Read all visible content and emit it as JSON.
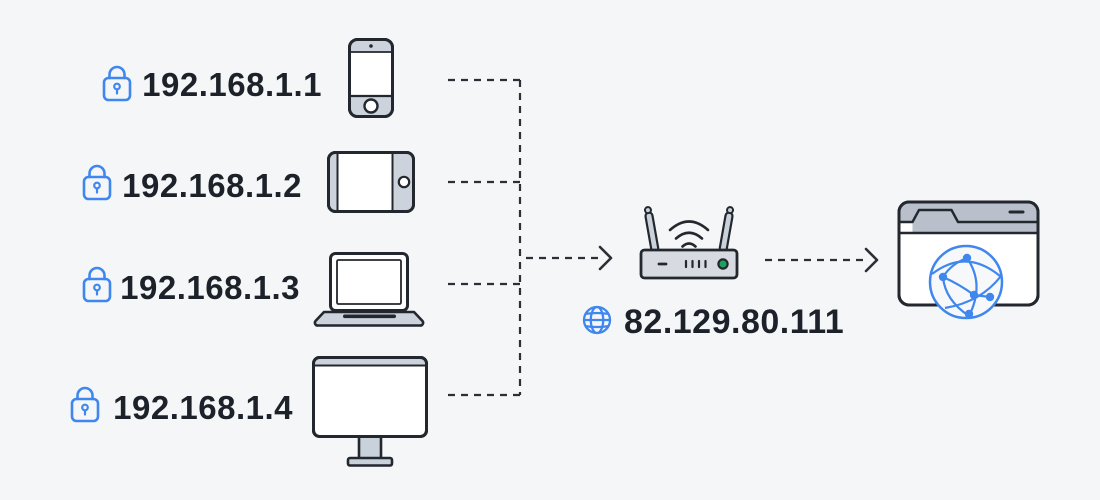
{
  "colors": {
    "background": "#f5f6f8",
    "outline": "#23272e",
    "accent_blue": "#3f87ee",
    "device_fill": "#ccd3dd",
    "router_fill": "#d7dbe1",
    "browser_bar": "#b9c0cb",
    "led_green": "#1aa35f",
    "text": "#1d222a"
  },
  "devices": [
    {
      "ip": "192.168.1.1",
      "icon": "smartphone-icon",
      "lock_icon": "lock-icon"
    },
    {
      "ip": "192.168.1.2",
      "icon": "tablet-icon",
      "lock_icon": "lock-icon"
    },
    {
      "ip": "192.168.1.3",
      "icon": "laptop-icon",
      "lock_icon": "lock-icon"
    },
    {
      "ip": "192.168.1.4",
      "icon": "desktop-monitor-icon",
      "lock_icon": "lock-icon"
    }
  ],
  "router": {
    "icon": "wifi-router-icon",
    "led": "status-led",
    "globe_icon": "globe-icon",
    "public_ip": "82.129.80.111"
  },
  "internet": {
    "icon": "browser-window-globe-icon"
  }
}
